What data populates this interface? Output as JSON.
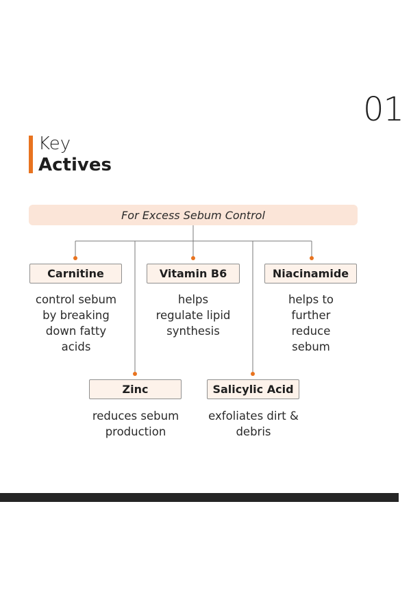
{
  "page_number": "01",
  "title": {
    "line1": "Key",
    "line2": "Actives"
  },
  "header": "For Excess Sebum Control",
  "items": [
    {
      "name": "Carnitine",
      "desc": "control sebum by breaking down fatty acids"
    },
    {
      "name": "Vitamin B6",
      "desc": "helps regulate lipid synthesis"
    },
    {
      "name": "Niacinamide",
      "desc": "helps to further reduce sebum"
    },
    {
      "name": "Zinc",
      "desc": "reduces sebum production"
    },
    {
      "name": "Salicylic Acid",
      "desc": "exfoliates dirt & debris"
    }
  ],
  "colors": {
    "accent": "#e8731f",
    "header_bg": "#fbe5d8",
    "box_bg": "#fdf2ea",
    "dark": "#252525"
  }
}
